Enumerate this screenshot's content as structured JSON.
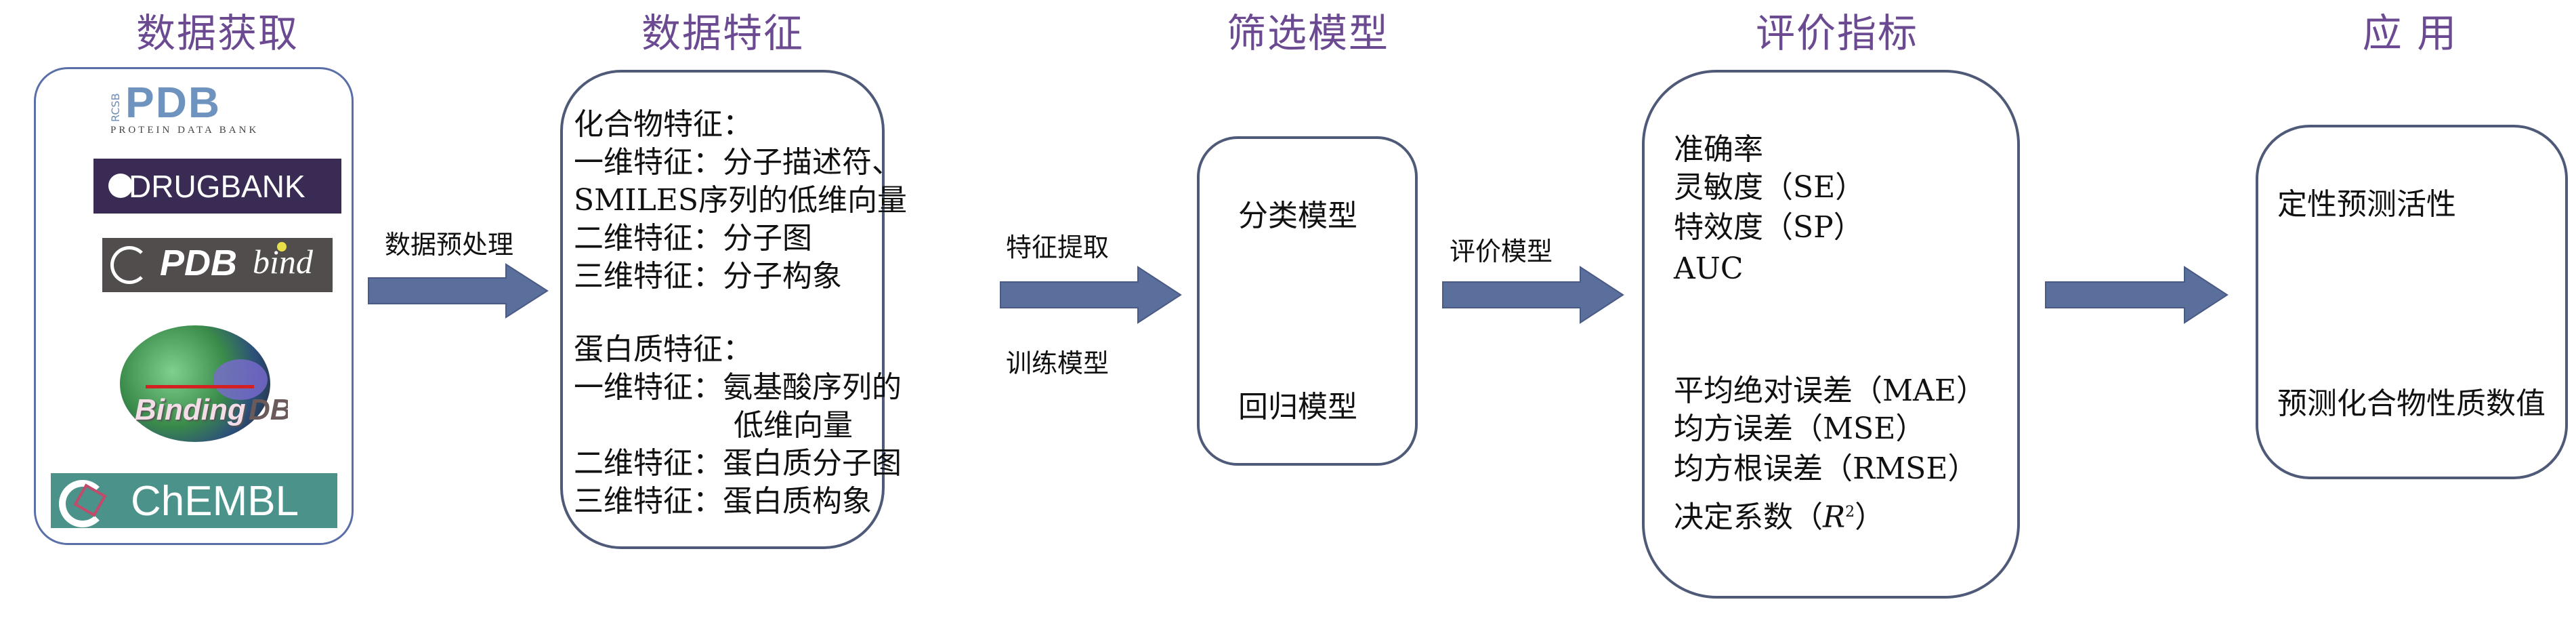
{
  "titles": [
    "数据获取",
    "数据特征",
    "筛选模型",
    "评价指标",
    "应 用"
  ],
  "logos": {
    "pdb": {
      "main": "PDB",
      "side": "RCSB",
      "sub": "PROTEIN DATA BANK"
    },
    "drugbank": "DRUGBANK",
    "pdbbind": {
      "main": "PDB",
      "script": "bind"
    },
    "bindingdb": {
      "main": "Binding",
      "suffix": "DB"
    },
    "chembl": "ChEMBL"
  },
  "arrows": {
    "a1": {
      "top_label": "数据预处理"
    },
    "a2": {
      "top_label": "特征提取",
      "bottom_label": "训练模型"
    },
    "a3": {
      "top_label": "评价模型"
    }
  },
  "features": {
    "lines": [
      "化合物特征：",
      "一维特征：分子描述符、",
      "SMILES序列的低维向量",
      "二维特征：分子图",
      "三维特征：分子构象",
      "蛋白质特征：",
      "一维特征：氨基酸序列的",
      "低维向量",
      "二维特征：蛋白质分子图",
      "三维特征：蛋白质构象"
    ]
  },
  "models": [
    "分类模型",
    "回归模型"
  ],
  "metrics": {
    "classification": [
      "准确率",
      "灵敏度（SE）",
      "特效度（SP）",
      "AUC"
    ],
    "regression": [
      "平均绝对误差（MAE）",
      "均方误差（MSE）",
      "均方根误差（RMSE）"
    ],
    "r2_prefix": "决定系数（",
    "r2_var": "R",
    "r2_sup": "2",
    "r2_suffix": "）"
  },
  "applications": [
    "定性预测活性",
    "预测化合物性质数值"
  ],
  "colors": {
    "title": "#6b4a92",
    "arrow": "#5b6f9c",
    "border": "#4f5a78"
  }
}
